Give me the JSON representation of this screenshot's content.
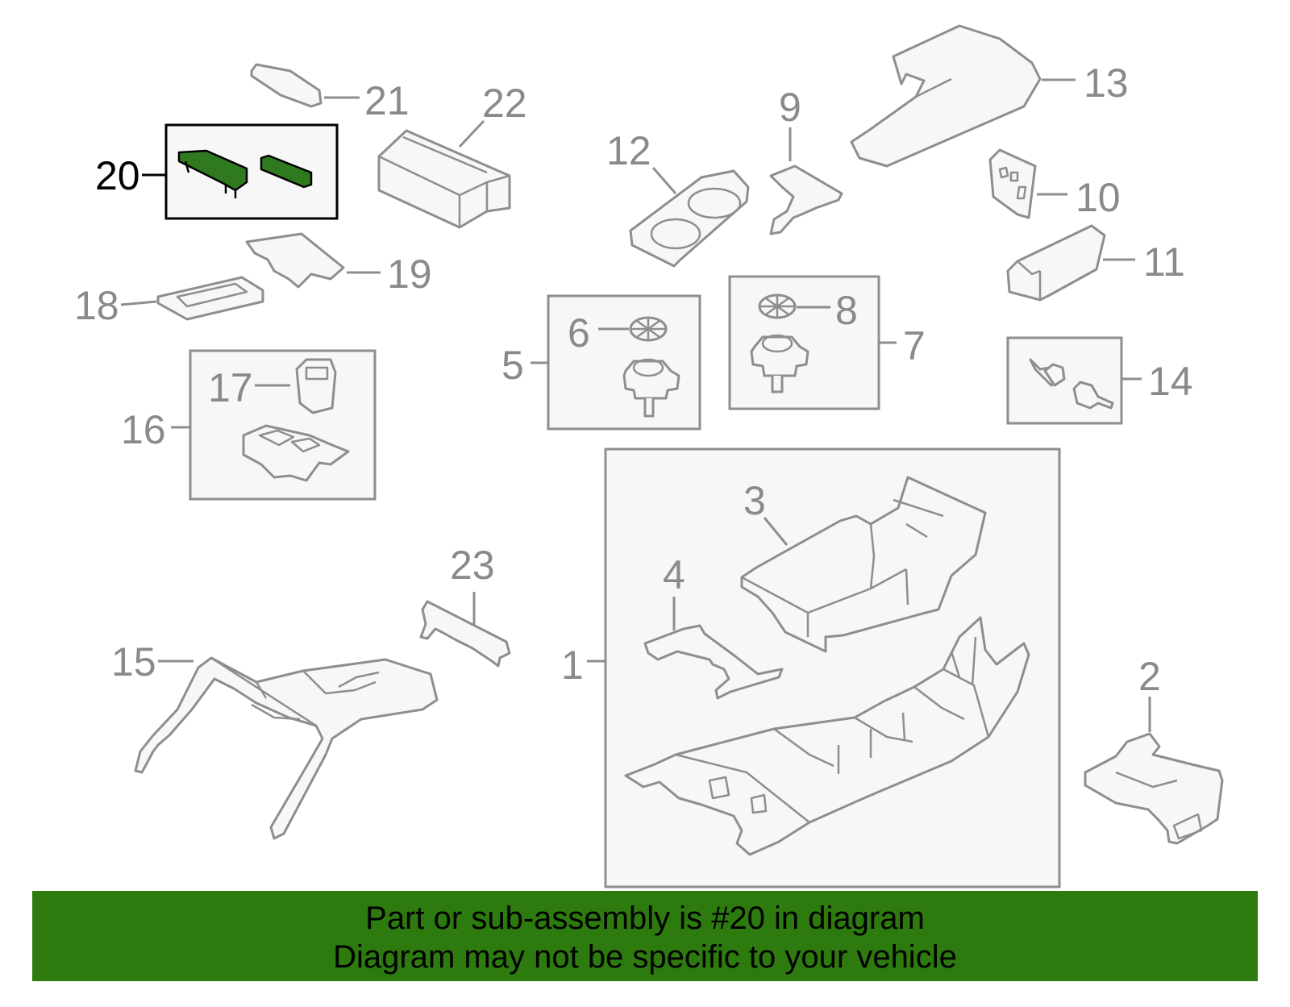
{
  "callouts": {
    "c1": "1",
    "c2": "2",
    "c3": "3",
    "c4": "4",
    "c5": "5",
    "c6": "6",
    "c7": "7",
    "c8": "8",
    "c9": "9",
    "c10": "10",
    "c11": "11",
    "c12": "12",
    "c13": "13",
    "c14": "14",
    "c15": "15",
    "c16": "16",
    "c17": "17",
    "c18": "18",
    "c19": "19",
    "c20": "20",
    "c21": "21",
    "c22": "22",
    "c23": "23"
  },
  "highlight": {
    "part_number": "20",
    "color": "#2f7a1f"
  },
  "footer": {
    "line1": "Part or sub-assembly is #20 in diagram",
    "line2": "Diagram may not be specific to your vehicle",
    "background": "#2d7a0f"
  }
}
